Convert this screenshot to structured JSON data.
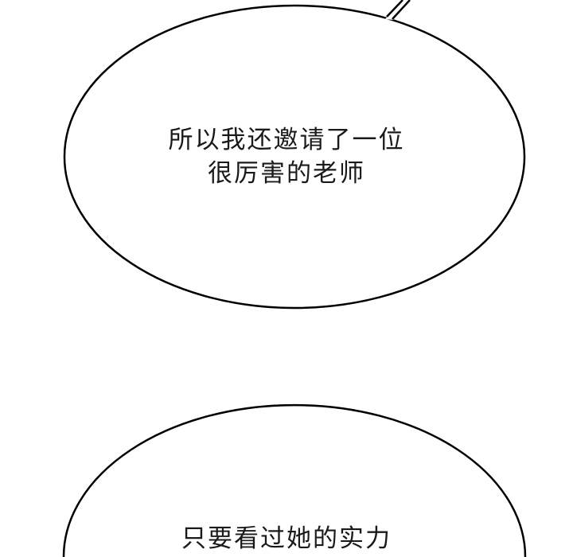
{
  "bubbles": [
    {
      "lines": [
        "所以我还邀请了一位",
        "很厉害的老师"
      ]
    },
    {
      "lines": [
        "只要看过她的实力"
      ]
    }
  ],
  "colors": {
    "background": "#ffffff",
    "outline": "#000000",
    "text": "#1a1a1a"
  }
}
